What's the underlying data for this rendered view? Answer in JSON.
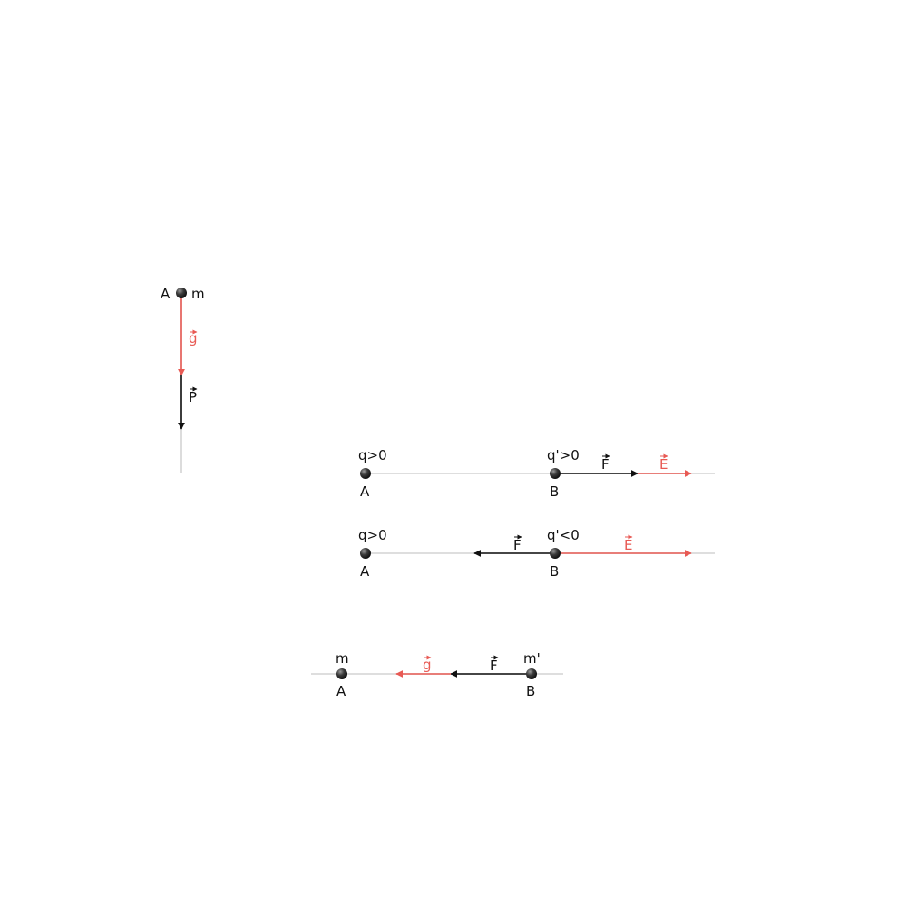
{
  "colors": {
    "field_vector": "#e85a54",
    "force_vector": "#111111",
    "guide_line": "#d4d4d4",
    "particle": "#3a3a3a"
  },
  "scene_gravity": {
    "point_label": "A",
    "mass_label": "m",
    "field_label": "g",
    "force_label": "P"
  },
  "scene_charges_like": {
    "point_a_label": "A",
    "point_b_label": "B",
    "charge_a_label": "q>0",
    "charge_b_label": "q'>0",
    "force_label": "F",
    "field_label": "E"
  },
  "scene_charges_unlike": {
    "point_a_label": "A",
    "point_b_label": "B",
    "charge_a_label": "q>0",
    "charge_b_label": "q'<0",
    "force_label": "F",
    "field_label": "E"
  },
  "scene_masses": {
    "point_a_label": "A",
    "point_b_label": "B",
    "mass_a_label": "m",
    "mass_b_label": "m'",
    "field_label": "g",
    "force_label": "F"
  }
}
